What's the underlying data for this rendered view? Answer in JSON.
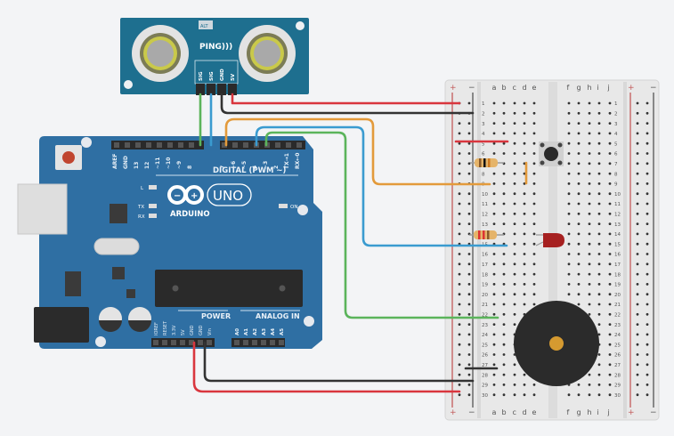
{
  "colors": {
    "background": "#f3f4f6",
    "pcb_blue": "#2f6fa3",
    "sensor_teal": "#1e6f8f",
    "wire_red": "#d9363e",
    "wire_black": "#333333",
    "wire_orange": "#e39a3b",
    "wire_blue": "#3a9bd0",
    "wire_green": "#5bb45b",
    "breadboard": "#e4e4e4",
    "rail_plus": "#c25a5a",
    "rail_minus": "#555555"
  },
  "sensor": {
    "label": "PING)))",
    "alt_label": "ALT",
    "pins": [
      "SIG",
      "SIG",
      "GND",
      "5V"
    ]
  },
  "arduino": {
    "logo_text": "ARDUINO",
    "model": "UNO",
    "digital_label": "DIGITAL (PWM ~)",
    "digital_pins": [
      "AREF",
      "GND",
      "13",
      "12",
      "~11",
      "~10",
      "~9",
      "8",
      "7",
      "~6",
      "~5",
      "4",
      "~3",
      "2",
      "TX→1",
      "RX←0"
    ],
    "power_label": "POWER",
    "power_pins": [
      "IOREF",
      "RESET",
      "3.3V",
      "5V",
      "GND",
      "GND",
      "Vin"
    ],
    "analog_label": "ANALOG IN",
    "analog_pins": [
      "A0",
      "A1",
      "A2",
      "A3",
      "A4",
      "A5"
    ],
    "led_labels": [
      "L",
      "TX",
      "RX",
      "ON"
    ]
  },
  "breadboard": {
    "columns_left": [
      "a",
      "b",
      "c",
      "d",
      "e"
    ],
    "columns_right": [
      "f",
      "g",
      "h",
      "i",
      "j"
    ],
    "rows": 30,
    "rail_plus": "+",
    "rail_minus": "−"
  },
  "components": [
    {
      "name": "pushbutton",
      "rows": "5-7"
    },
    {
      "name": "resistor",
      "row": 7
    },
    {
      "name": "resistor",
      "row": 14
    },
    {
      "name": "led",
      "color": "red",
      "rows": "14-15"
    },
    {
      "name": "piezo-buzzer",
      "rows": "22-27"
    }
  ],
  "wires": [
    {
      "from": "sensor-5V",
      "to": "rail-plus-row1",
      "color": "red"
    },
    {
      "from": "sensor-GND",
      "to": "rail-minus-row2",
      "color": "black"
    },
    {
      "from": "sensor-SIG",
      "to": "arduino-~9",
      "color": "green"
    },
    {
      "from": "sensor-SIG",
      "to": "arduino-8",
      "color": "blue"
    },
    {
      "from": "arduino-7",
      "to": "bb-row9",
      "color": "orange"
    },
    {
      "from": "arduino-4",
      "to": "bb-row15",
      "color": "blue"
    },
    {
      "from": "arduino-~3",
      "to": "bb-row22",
      "color": "green"
    },
    {
      "from": "arduino-5V",
      "to": "rail-plus-row30",
      "color": "red"
    },
    {
      "from": "arduino-GND",
      "to": "rail-minus-row29",
      "color": "black"
    }
  ]
}
